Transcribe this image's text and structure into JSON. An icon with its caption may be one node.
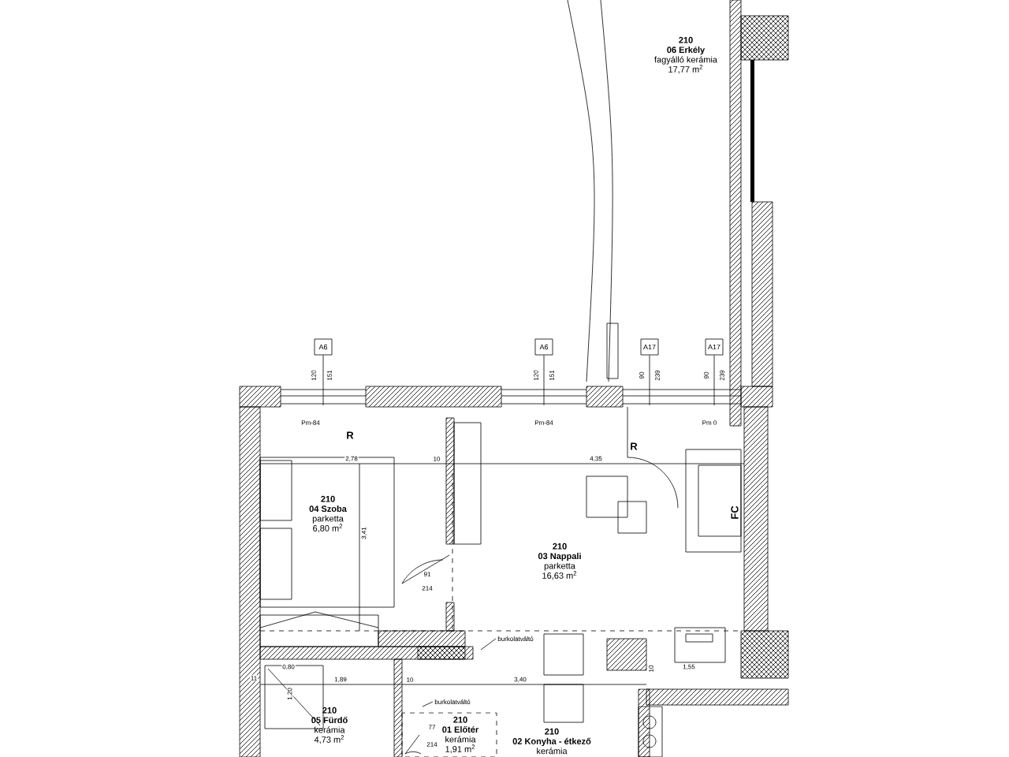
{
  "diagram": {
    "nodes": [
      {
        "text": [
          "210",
          "06 Erkély",
          "fagyálló kerámia",
          "17,77 m$^{2}$"
        ]
      },
      {
        "text": [
          "A6"
        ]
      },
      {
        "text": [
          "A6"
        ]
      },
      {
        "text": [
          "A17"
        ]
      },
      {
        "text": [
          "A17"
        ]
      },
      {
        "text": [
          "210",
          "04 Szoba",
          "parketta",
          "6,80 m$^{2}$"
        ]
      },
      {
        "text": [
          "210",
          "03 Nappali",
          "parketta",
          "16,63 m$^{2}$"
        ]
      },
      {
        "text": [
          "burkolatváltó"
        ]
      },
      {
        "text": [
          "210",
          "05 Fürdő",
          "kerámia",
          "4,73 m$^{2}$"
        ]
      },
      {
        "text": [
          "burkolatváltó"
        ]
      },
      {
        "text": [
          "210",
          "01 Előtér",
          "kerámia",
          "1,91 m$^{2}$"
        ]
      },
      {
        "text": [
          "210",
          "02 Konyha - étkező",
          "kerámia"
        ]
      }
    ],
    "edges": [
      {
        "from": 1,
        "to": null,
        "arrow": "none"
      },
      {
        "from": 2,
        "to": null,
        "arrow": "none"
      },
      {
        "from": 3,
        "to": null,
        "arrow": "none"
      },
      {
        "from": 4,
        "to": null,
        "arrow": "none"
      },
      {
        "from": 7,
        "to": null,
        "arrow": "none"
      },
      {
        "from": 9,
        "to": null,
        "arrow": "none"
      }
    ],
    "labels": [
      "120",
      "151",
      "120",
      "151",
      "90",
      "239",
      "90",
      "239",
      "Pm-84",
      "R",
      "Pm-84",
      "Pm 0",
      "R",
      "2,78",
      "10",
      "4,35",
      "3,41",
      "FC",
      "91",
      "214",
      "0,80",
      "11",
      "1,89",
      "10",
      "3,40",
      "10",
      "1,55",
      "1,20",
      "77",
      "214"
    ]
  }
}
